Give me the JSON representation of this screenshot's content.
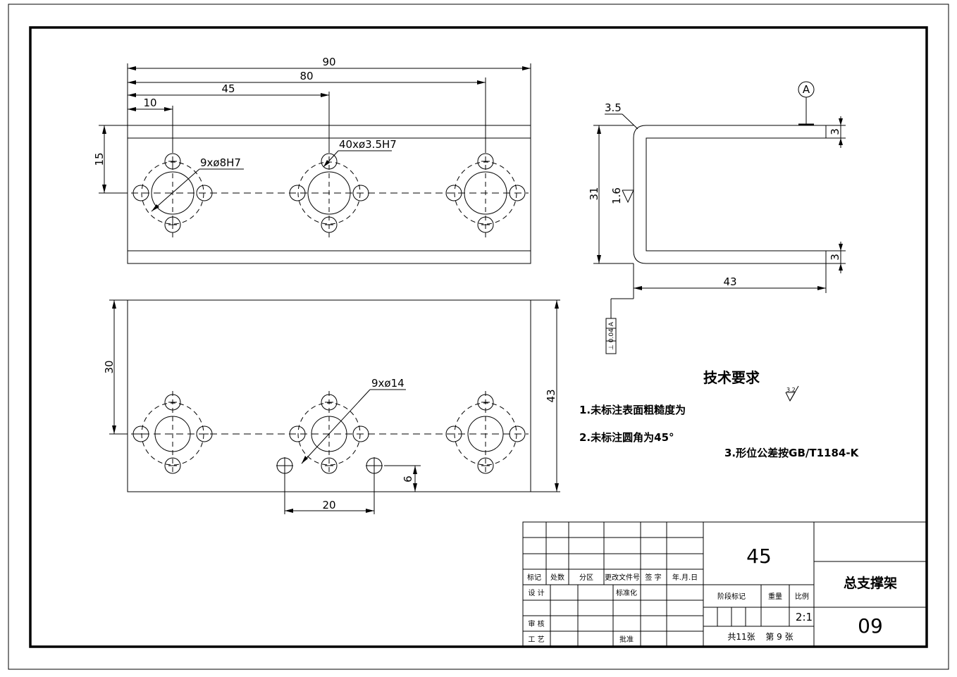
{
  "dimensions": {
    "overall_length": "90",
    "hole3_pos": "80",
    "hole2_pos": "45",
    "hole1_pos": "10",
    "height_top": "15",
    "small_holes": "9xø8H7",
    "threads": "40xø3.5H7",
    "front_height": "30",
    "large_holes": "9xø14",
    "width_43_right": "43",
    "spacing": "20",
    "offset": "6",
    "bend_radius": "3.5",
    "side_height": "31",
    "roughness": "1.6",
    "thickness_top": "3",
    "thickness_bottom": "3",
    "side_length": "43",
    "datum": "A",
    "tolerance_frame": "⊥ 0.04 A"
  },
  "tech_requirements": {
    "heading": "技术要求",
    "roughness_symbol": "3.2",
    "item1": "1.未标注表面粗糙度为",
    "item2": "2.未标注圆角为45°",
    "item3": "3.形位公差按GB/T1184-K"
  },
  "title_block": {
    "material": "45",
    "drawing_name": "总支撑架",
    "drawing_number": "09",
    "col_labels": [
      "标记",
      "处数",
      "分区",
      "更改文件号",
      "签 字",
      "年.月.日"
    ],
    "design": "设 计",
    "standardize": "标准化",
    "review": "审 核",
    "process": "工 艺",
    "approve": "批准",
    "stage_mark": "阶段标记",
    "weight": "重量",
    "scale_label": "比例",
    "scale": "2:1",
    "sheets_total": "共11张",
    "sheet_no": "第 9 张"
  }
}
